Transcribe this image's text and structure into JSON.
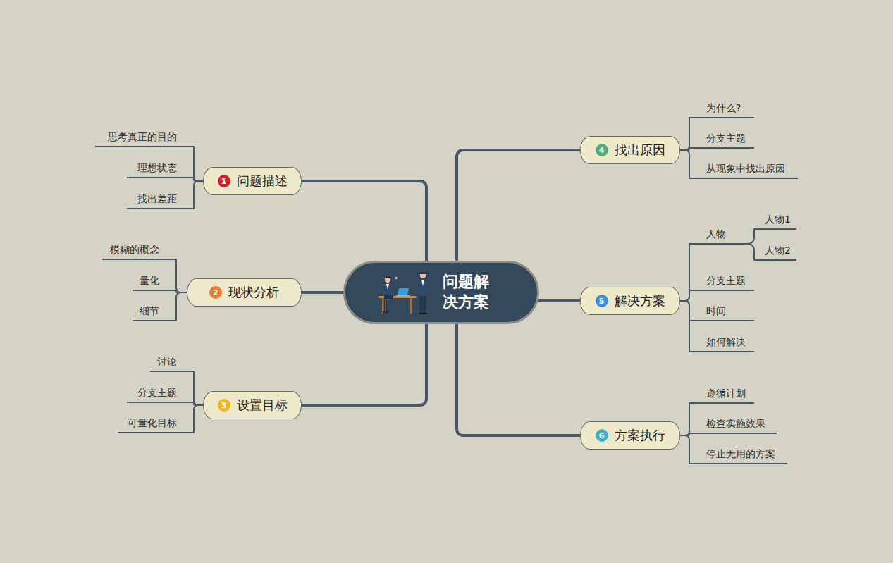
{
  "diagram": {
    "nodes": [
      {
        "text": [
          "问题解 决方案"
        ]
      },
      {
        "text": [
          "1",
          "问题描述"
        ]
      },
      {
        "text": [
          "思考真正的目的"
        ]
      },
      {
        "text": [
          "理想状态"
        ]
      },
      {
        "text": [
          "找出差距"
        ]
      },
      {
        "text": [
          "2",
          "现状分析"
        ]
      },
      {
        "text": [
          "模糊的概念"
        ]
      },
      {
        "text": [
          "量化"
        ]
      },
      {
        "text": [
          "细节"
        ]
      },
      {
        "text": [
          "3",
          "设置目标"
        ]
      },
      {
        "text": [
          "讨论"
        ]
      },
      {
        "text": [
          "分支主题"
        ]
      },
      {
        "text": [
          "可量化目标"
        ]
      },
      {
        "text": [
          "4",
          "找出原因"
        ]
      },
      {
        "text": [
          "为什么?"
        ]
      },
      {
        "text": [
          "分支主题"
        ]
      },
      {
        "text": [
          "从现象中找出原因"
        ]
      },
      {
        "text": [
          "5",
          "解决方案"
        ]
      },
      {
        "text": [
          "人物"
        ]
      },
      {
        "text": [
          "人物1"
        ]
      },
      {
        "text": [
          "人物2"
        ]
      },
      {
        "text": [
          "分支主题"
        ]
      },
      {
        "text": [
          "时间"
        ]
      },
      {
        "text": [
          "如何解决"
        ]
      },
      {
        "text": [
          "6",
          "方案执行"
        ]
      },
      {
        "text": [
          "遵循计划"
        ]
      },
      {
        "text": [
          "检查实施效果"
        ]
      },
      {
        "text": [
          "停止无用的方案"
        ]
      }
    ],
    "edges": [
      {
        "from": 0,
        "to": 1,
        "arrow": "none"
      },
      {
        "from": 0,
        "to": 5,
        "arrow": "none"
      },
      {
        "from": 0,
        "to": 9,
        "arrow": "none"
      },
      {
        "from": 0,
        "to": 13,
        "arrow": "none"
      },
      {
        "from": 0,
        "to": 17,
        "arrow": "none"
      },
      {
        "from": 0,
        "to": 24,
        "arrow": "none"
      },
      {
        "from": 1,
        "to": 2,
        "arrow": "none"
      },
      {
        "from": 1,
        "to": 3,
        "arrow": "none"
      },
      {
        "from": 1,
        "to": 4,
        "arrow": "none"
      },
      {
        "from": 5,
        "to": 6,
        "arrow": "none"
      },
      {
        "from": 5,
        "to": 7,
        "arrow": "none"
      },
      {
        "from": 5,
        "to": 8,
        "arrow": "none"
      },
      {
        "from": 9,
        "to": 10,
        "arrow": "none"
      },
      {
        "from": 9,
        "to": 11,
        "arrow": "none"
      },
      {
        "from": 9,
        "to": 12,
        "arrow": "none"
      },
      {
        "from": 13,
        "to": 14,
        "arrow": "none"
      },
      {
        "from": 13,
        "to": 15,
        "arrow": "none"
      },
      {
        "from": 13,
        "to": 16,
        "arrow": "none"
      },
      {
        "from": 17,
        "to": 18,
        "arrow": "none"
      },
      {
        "from": 18,
        "to": 19,
        "arrow": "none"
      },
      {
        "from": 18,
        "to": 20,
        "arrow": "none"
      },
      {
        "from": 17,
        "to": 21,
        "arrow": "none"
      },
      {
        "from": 17,
        "to": 22,
        "arrow": "none"
      },
      {
        "from": 17,
        "to": 23,
        "arrow": "none"
      },
      {
        "from": 24,
        "to": 25,
        "arrow": "none"
      },
      {
        "from": 24,
        "to": 26,
        "arrow": "none"
      },
      {
        "from": 24,
        "to": 27,
        "arrow": "none"
      }
    ]
  }
}
